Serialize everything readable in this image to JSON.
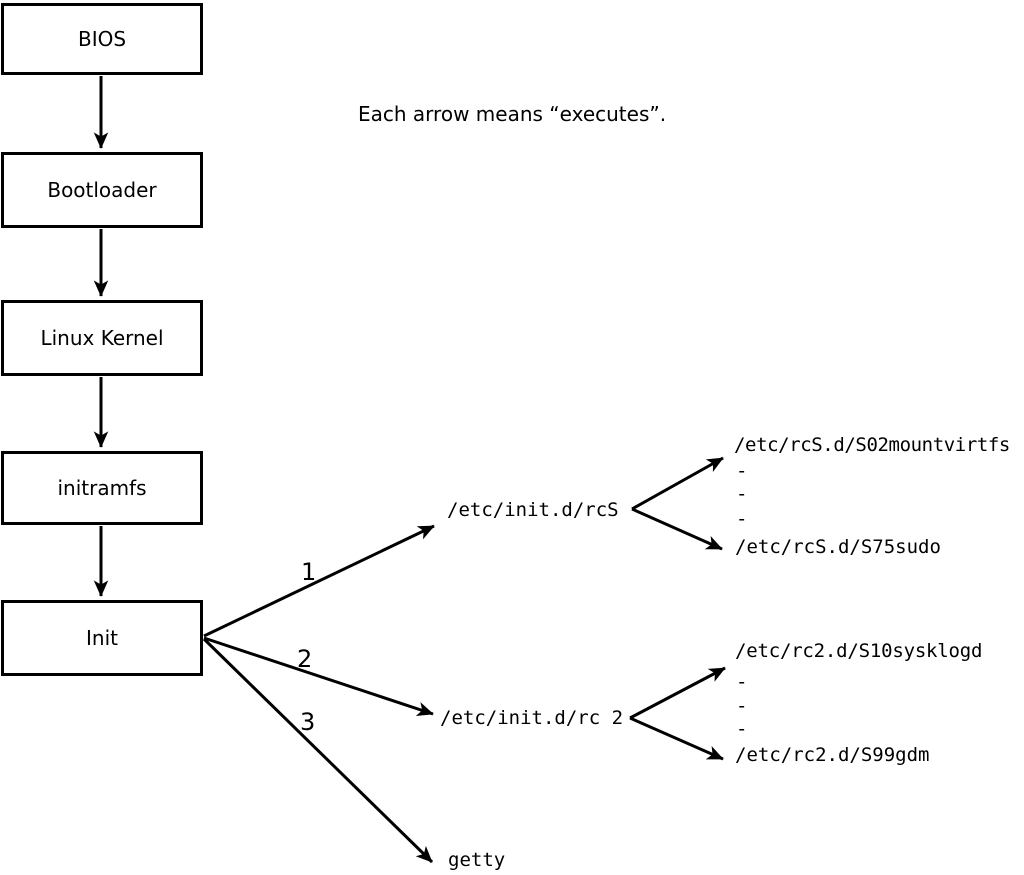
{
  "note": "Each arrow means “executes”.",
  "colors": {
    "ink": "#000000",
    "background": "#ffffff"
  },
  "boot_chain": [
    {
      "label": "BIOS"
    },
    {
      "label": "Bootloader"
    },
    {
      "label": "Linux Kernel"
    },
    {
      "label": "initramfs"
    },
    {
      "label": "Init"
    }
  ],
  "init_branches": [
    {
      "number": "1",
      "target": "/etc/init.d/rcS"
    },
    {
      "number": "2",
      "target": "/etc/init.d/rc 2"
    },
    {
      "number": "3",
      "target": "getty"
    }
  ],
  "rcS_scripts": [
    "/etc/rcS.d/S02mountvirtfs",
    "-",
    "-",
    "-",
    "/etc/rcS.d/S75sudo"
  ],
  "rc2_scripts": [
    "/etc/rc2.d/S10sysklogd",
    "-",
    "-",
    "-",
    "/etc/rc2.d/S99gdm"
  ]
}
